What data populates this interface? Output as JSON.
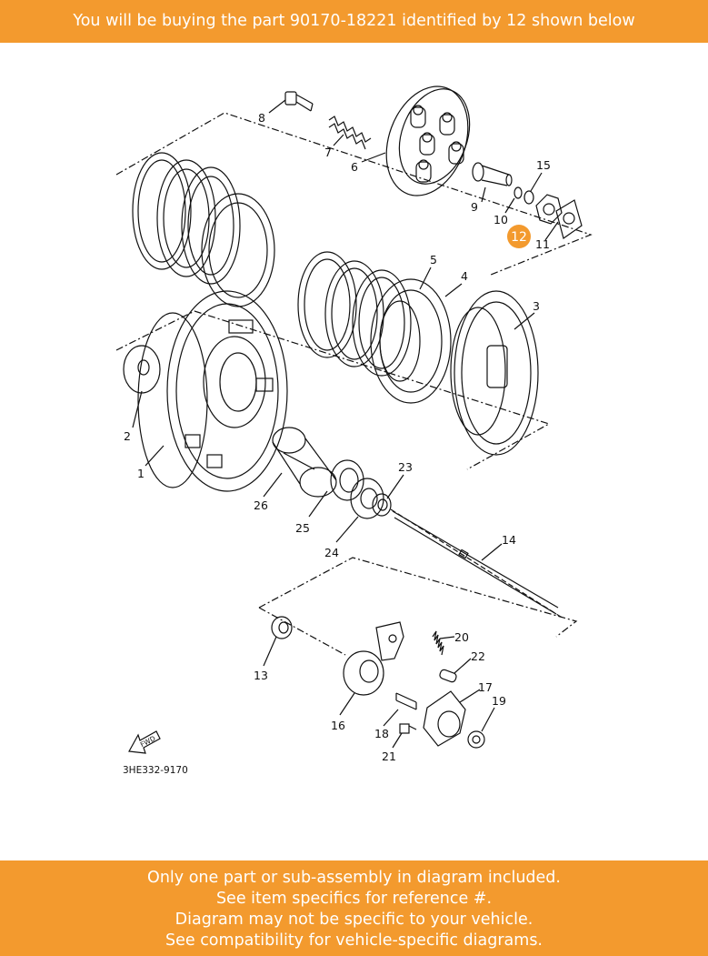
{
  "header": {
    "text": "You will be buying the part 90170-18221 identified by 12 shown below"
  },
  "footer": {
    "lines": [
      "Only one part or sub-assembly in diagram included.",
      "See item specifics for reference #.",
      "Diagram may not be specific to your vehicle.",
      "See compatibility for vehicle-specific diagrams."
    ]
  },
  "diagram": {
    "highlight": "12",
    "highlight_color": "#f39a2e",
    "accent_color": "#f39a2e",
    "code": "3HE332-9170",
    "fwd_label": "FWD",
    "callouts": [
      "1",
      "2",
      "3",
      "4",
      "5",
      "6",
      "7",
      "8",
      "9",
      "10",
      "11",
      "12",
      "13",
      "14",
      "15",
      "16",
      "17",
      "18",
      "19",
      "20",
      "21",
      "22",
      "23",
      "24",
      "25",
      "26"
    ]
  }
}
